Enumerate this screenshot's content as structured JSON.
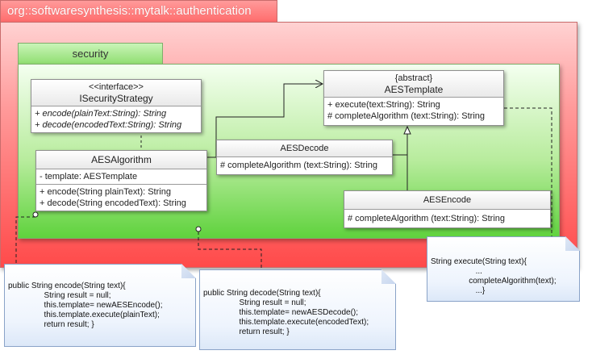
{
  "packages": {
    "outer": {
      "name": "org::softwaresynthesis::mytalk::authentication"
    },
    "inner": {
      "name": "security"
    }
  },
  "classes": {
    "isecurity": {
      "stereotype": "<<interface>>",
      "name": "ISecurityStrategy",
      "methods": [
        "+ encode(plainText:String): String",
        "+ decode(encodedText:String): String"
      ]
    },
    "aesalgorithm": {
      "name": "AESAlgorithm",
      "attributes": [
        "- template: AESTemplate"
      ],
      "methods": [
        "+ encode(String plainText): String",
        "+ decode(String encodedText): String"
      ]
    },
    "aestemplate": {
      "stereotype": "{abstract}",
      "name": "AESTemplate",
      "methods": [
        "+ execute(text:String): String",
        "# completeAlgorithm (text:String): String"
      ]
    },
    "aesdecode": {
      "name": "AESDecode",
      "methods": [
        "# completeAlgorithm (text:String): String"
      ]
    },
    "aesencode": {
      "name": "AESEncode",
      "methods": [
        "# completeAlgorithm (text:String): String"
      ]
    }
  },
  "notes": {
    "encode": "public String encode(String text){\n                String result = null;\n                this.template= newAESEncode();\n                this.template.execute(plainText);\n                return result; }",
    "decode": "public String decode(String text){\n                String result = null;\n                this.template= newAESDecode();\n                this.template.execute(encodedText);\n                return result; }",
    "execute": "String execute(String text){\n                    ...\n                 completeAlgorithm(text);\n                    ...}"
  },
  "colors": {
    "outer_package": "#ff4a4a",
    "inner_package": "#5fd23d",
    "class_border": "#8f8f8f",
    "note_fill": "#eef4fd"
  }
}
